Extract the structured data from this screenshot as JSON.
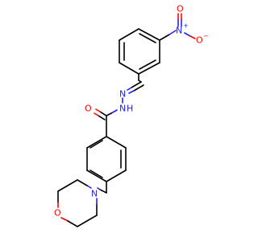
{
  "molecule": {
    "colors": {
      "bond": "#000000",
      "nitrogen": "#2020ff",
      "oxygen": "#ff0000",
      "background": "#ffffff"
    },
    "labels": {
      "nitro_n": "N",
      "nitro_plus": "+",
      "nitro_o_double": "O",
      "nitro_o_single": "O",
      "nitro_minus": "−",
      "imine_n": "N",
      "hydrazide_n": "N",
      "hydrazide_h": "H",
      "carbonyl_o": "O",
      "morpholine_n": "N",
      "morpholine_o": "O"
    }
  }
}
